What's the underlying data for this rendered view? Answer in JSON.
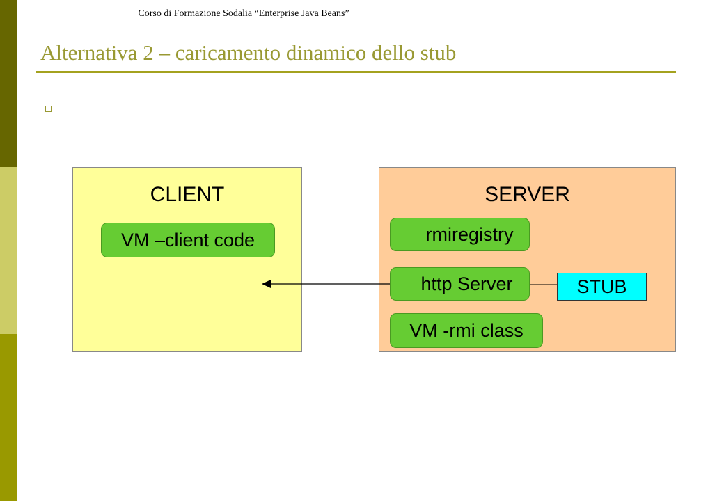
{
  "header": {
    "course_text": "Corso di Formazione Sodalia “Enterprise Java Beans”"
  },
  "slide": {
    "title": "Alternativa 2 – caricamento dinamico dello stub"
  },
  "client_panel": {
    "title": "CLIENT",
    "vm_label": "VM –client code"
  },
  "server_panel": {
    "title": "SERVER",
    "rmiregistry_label": "rmiregistry",
    "http_label": "http Server",
    "vm_label": "VM -rmi class"
  },
  "stub_label": "STUB",
  "colors": {
    "sidebar_dark": "#666600",
    "sidebar_light": "#cccc66",
    "sidebar_mid": "#999900",
    "title": "#999933",
    "client_bg": "#ffff99",
    "server_bg": "#ffcc99",
    "pill": "#66cc33",
    "stub": "#00ffff"
  }
}
